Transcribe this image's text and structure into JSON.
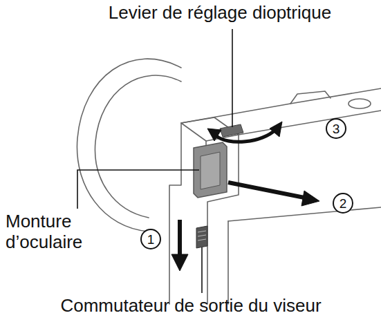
{
  "diagram": {
    "labels": [
      "Levier de réglage dioptrique",
      "3",
      "2",
      "Monture d’oculaire",
      "1",
      "Commutateur de sortie du viseur"
    ]
  }
}
